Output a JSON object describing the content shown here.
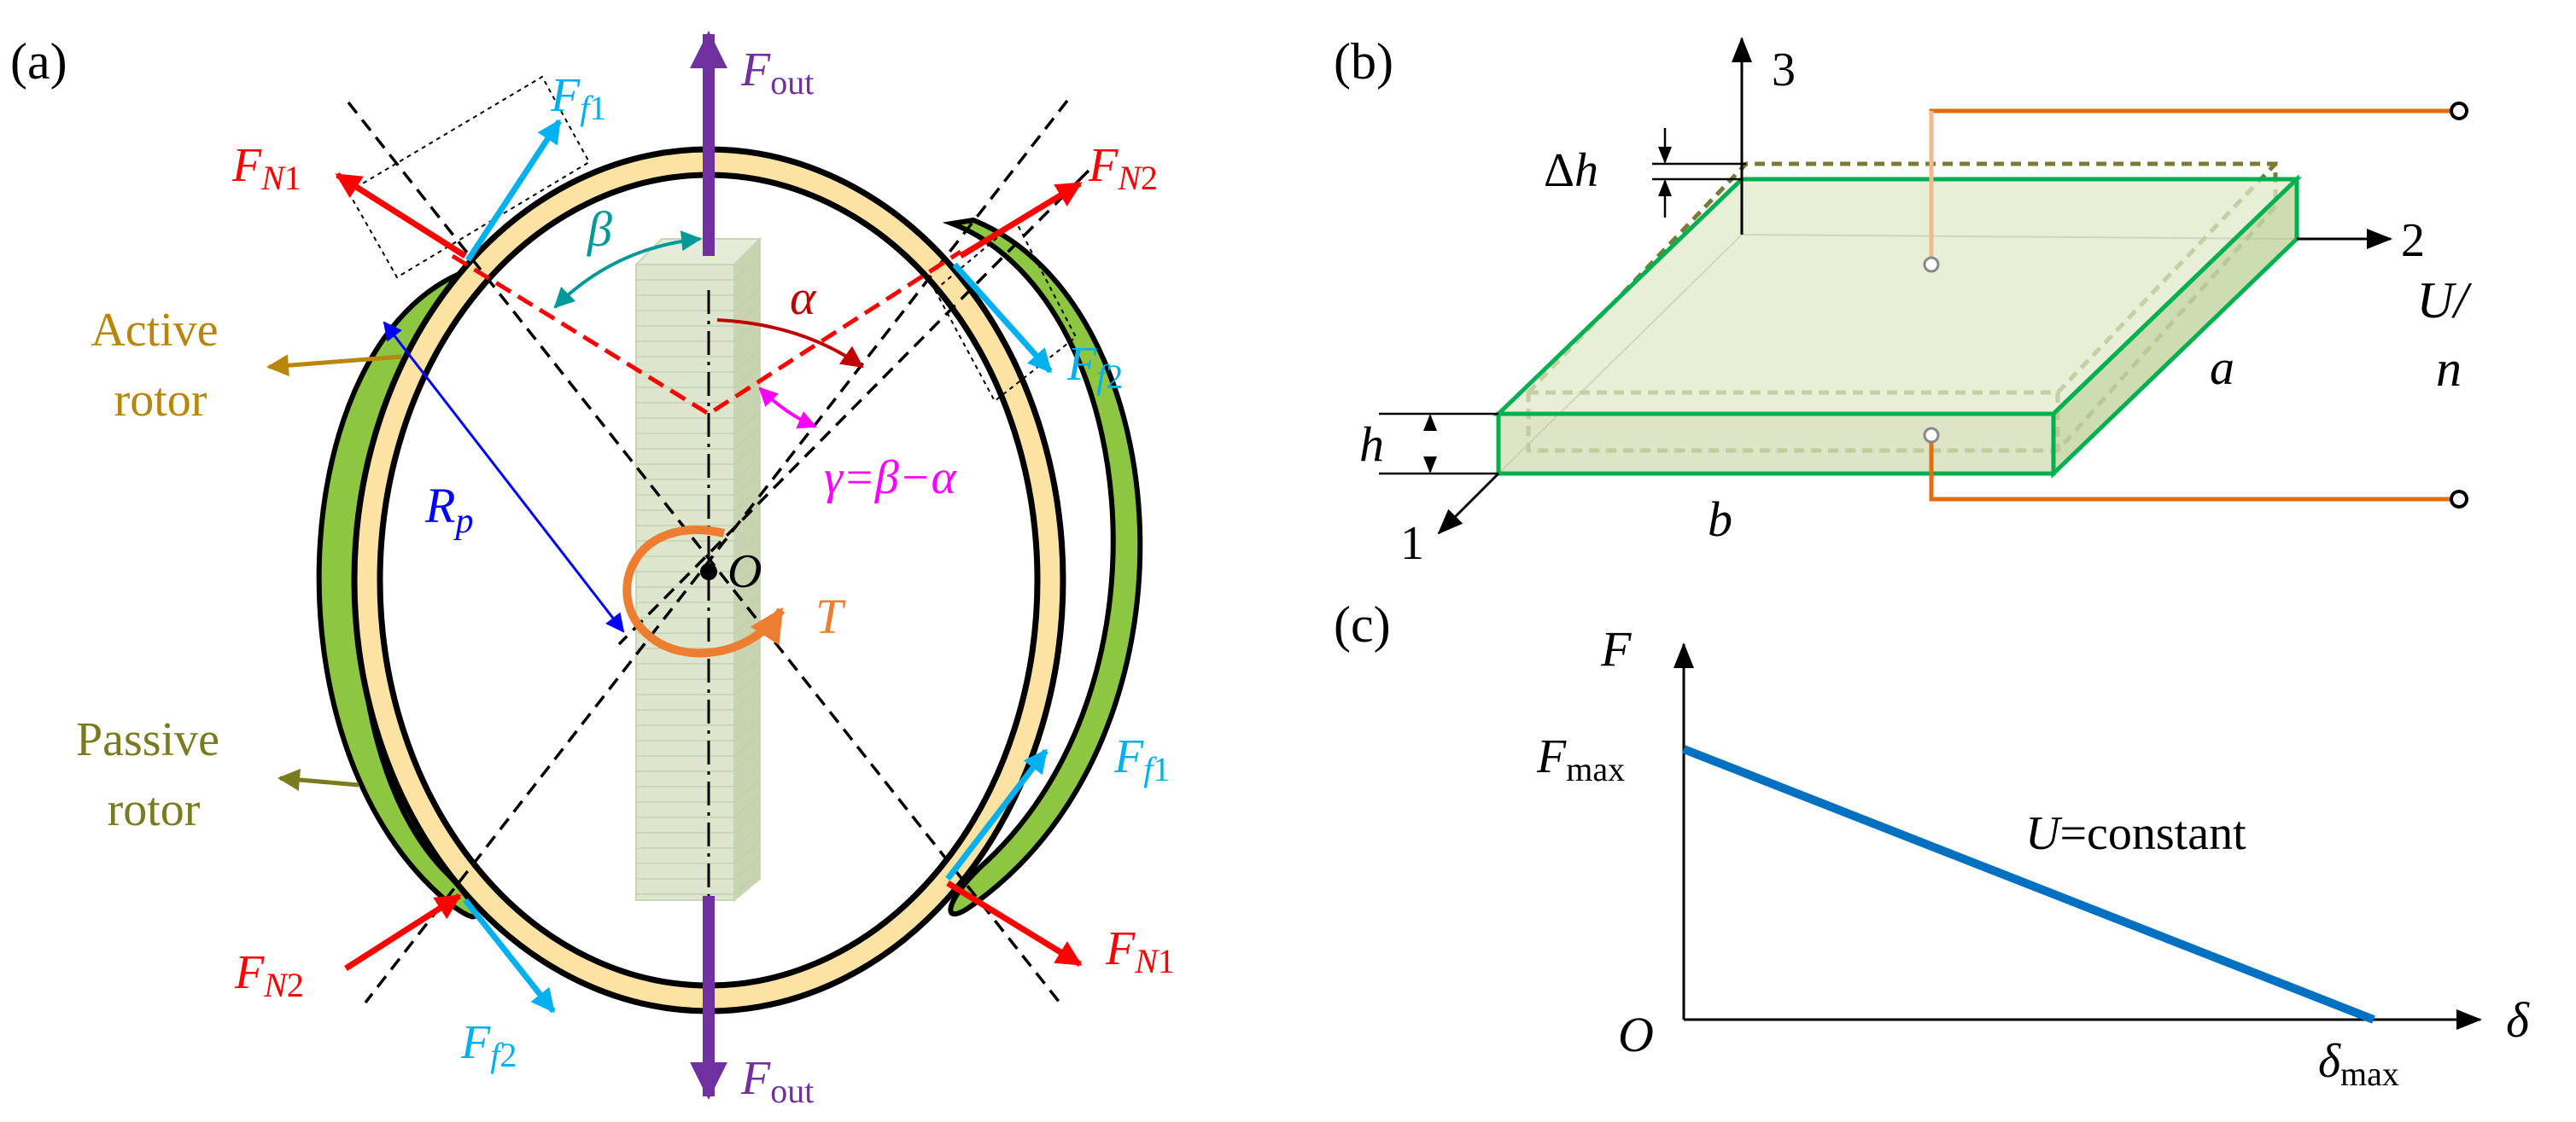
{
  "panels": {
    "a": {
      "label": "(a)",
      "F_out_top": {
        "sym": "F",
        "sub": "out"
      },
      "F_out_bottom": {
        "sym": "F",
        "sub": "out"
      },
      "F_N1_top": {
        "sym": "F",
        "sub": "N1"
      },
      "F_N2_top": {
        "sym": "F",
        "sub": "N2"
      },
      "F_N2_bottom": {
        "sym": "F",
        "sub": "N2"
      },
      "F_N1_bottom": {
        "sym": "F",
        "sub": "N1"
      },
      "F_f1_top": {
        "sym": "F",
        "sub": "f1"
      },
      "F_f2_top": {
        "sym": "F",
        "sub": "f2"
      },
      "F_f1_bottom": {
        "sym": "F",
        "sub": "f1"
      },
      "F_f2_bottom": {
        "sym": "F",
        "sub": "f2"
      },
      "beta": "β",
      "alpha": "α",
      "gamma_eq": "γ=β−α",
      "Rp": {
        "sym": "R",
        "sub": "p"
      },
      "O": "O",
      "T": "T",
      "active_rotor": [
        "Active",
        "rotor"
      ],
      "passive_rotor": [
        "Passive",
        "rotor"
      ]
    },
    "b": {
      "label": "(b)",
      "axis_1": "1",
      "axis_2": "2",
      "axis_3": "3",
      "delta_h": "Δh",
      "h": "h",
      "a": "a",
      "b": "b",
      "U_n": [
        "U/",
        "n"
      ]
    },
    "c": {
      "label": "(c)",
      "y_axis": "F",
      "x_axis": "δ",
      "origin": "O",
      "F_max": {
        "sym": "F",
        "sub": "max"
      },
      "delta_max": {
        "sym": "δ",
        "sub": "max"
      },
      "annotation": "U=constant"
    }
  },
  "chart_data": {
    "type": "line",
    "title": "",
    "xlabel": "δ",
    "ylabel": "F",
    "series": [
      {
        "name": "",
        "x": [
          0,
          1
        ],
        "y": [
          1,
          0
        ]
      }
    ],
    "annotations": [
      "U=constant"
    ],
    "tick_labels": {
      "x": [
        "O",
        "δmax"
      ],
      "y": [
        "Fmax"
      ]
    }
  },
  "colors": {
    "black": "#000000",
    "purple": "#7030a0",
    "red": "#ff0000",
    "cyan": "#00b0f0",
    "gold": "#b8860b",
    "olive": "#7a7a1f",
    "blue": "#0000ff",
    "orange": "#ed7d31",
    "magenta": "#ff00ff",
    "teal": "#00999a",
    "darkred": "#c00000",
    "ring_fill": "#fde3a3",
    "rotor_green": "#8dc641",
    "stack_fill": "#dde6cd",
    "plate_green": "#00b050",
    "plate_fill": "#dfe9c9",
    "dashed_olive": "#7b7b36",
    "curve_blue": "#0070c0",
    "lead_orange": "#e46c0a"
  }
}
